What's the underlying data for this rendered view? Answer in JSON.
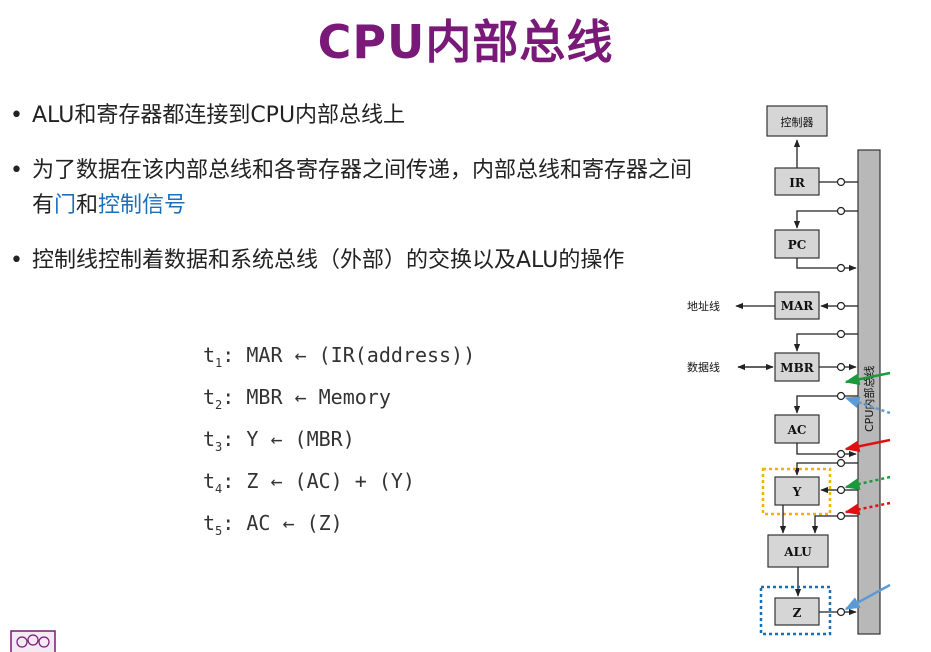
{
  "title": "CPU内部总线",
  "bullets": [
    {
      "text": "ALU和寄存器都连接到CPU内部总线上"
    },
    {
      "pre": "为了数据在该内部总线和各寄存器之间传递，内部总线和寄存器之间有",
      "h1": "门",
      "mid": "和",
      "h2": "控制信号",
      "post": ""
    },
    {
      "text": "控制线控制着数据和系统总线（外部）的交换以及ALU的操作"
    }
  ],
  "steps": [
    {
      "t": "t",
      "n": "1",
      "text": ": MAR ← (IR(address))"
    },
    {
      "t": "t",
      "n": "2",
      "text": ": MBR ← Memory"
    },
    {
      "t": "t",
      "n": "3",
      "text": ": Y ← (MBR)"
    },
    {
      "t": "t",
      "n": "4",
      "text": ": Z ← (AC) + (Y)"
    },
    {
      "t": "t",
      "n": "5",
      "text": ": AC ← (Z)"
    }
  ],
  "diagram": {
    "controller": "控制器",
    "registers": {
      "ir": "IR",
      "pc": "PC",
      "mar": "MAR",
      "mbr": "MBR",
      "ac": "AC",
      "y": "Y",
      "alu": "ALU",
      "z": "Z"
    },
    "address_line": "地址线",
    "data_line": "数据线",
    "bus_label": "CPU内部总线"
  },
  "colors": {
    "title": "#7a1a78",
    "highlight": "#1f6fb8",
    "green": "#1a9a3a",
    "blue": "#5b9bd5",
    "red": "#e01010",
    "orange": "#f2b300",
    "dark_blue": "#1a6fb0"
  }
}
